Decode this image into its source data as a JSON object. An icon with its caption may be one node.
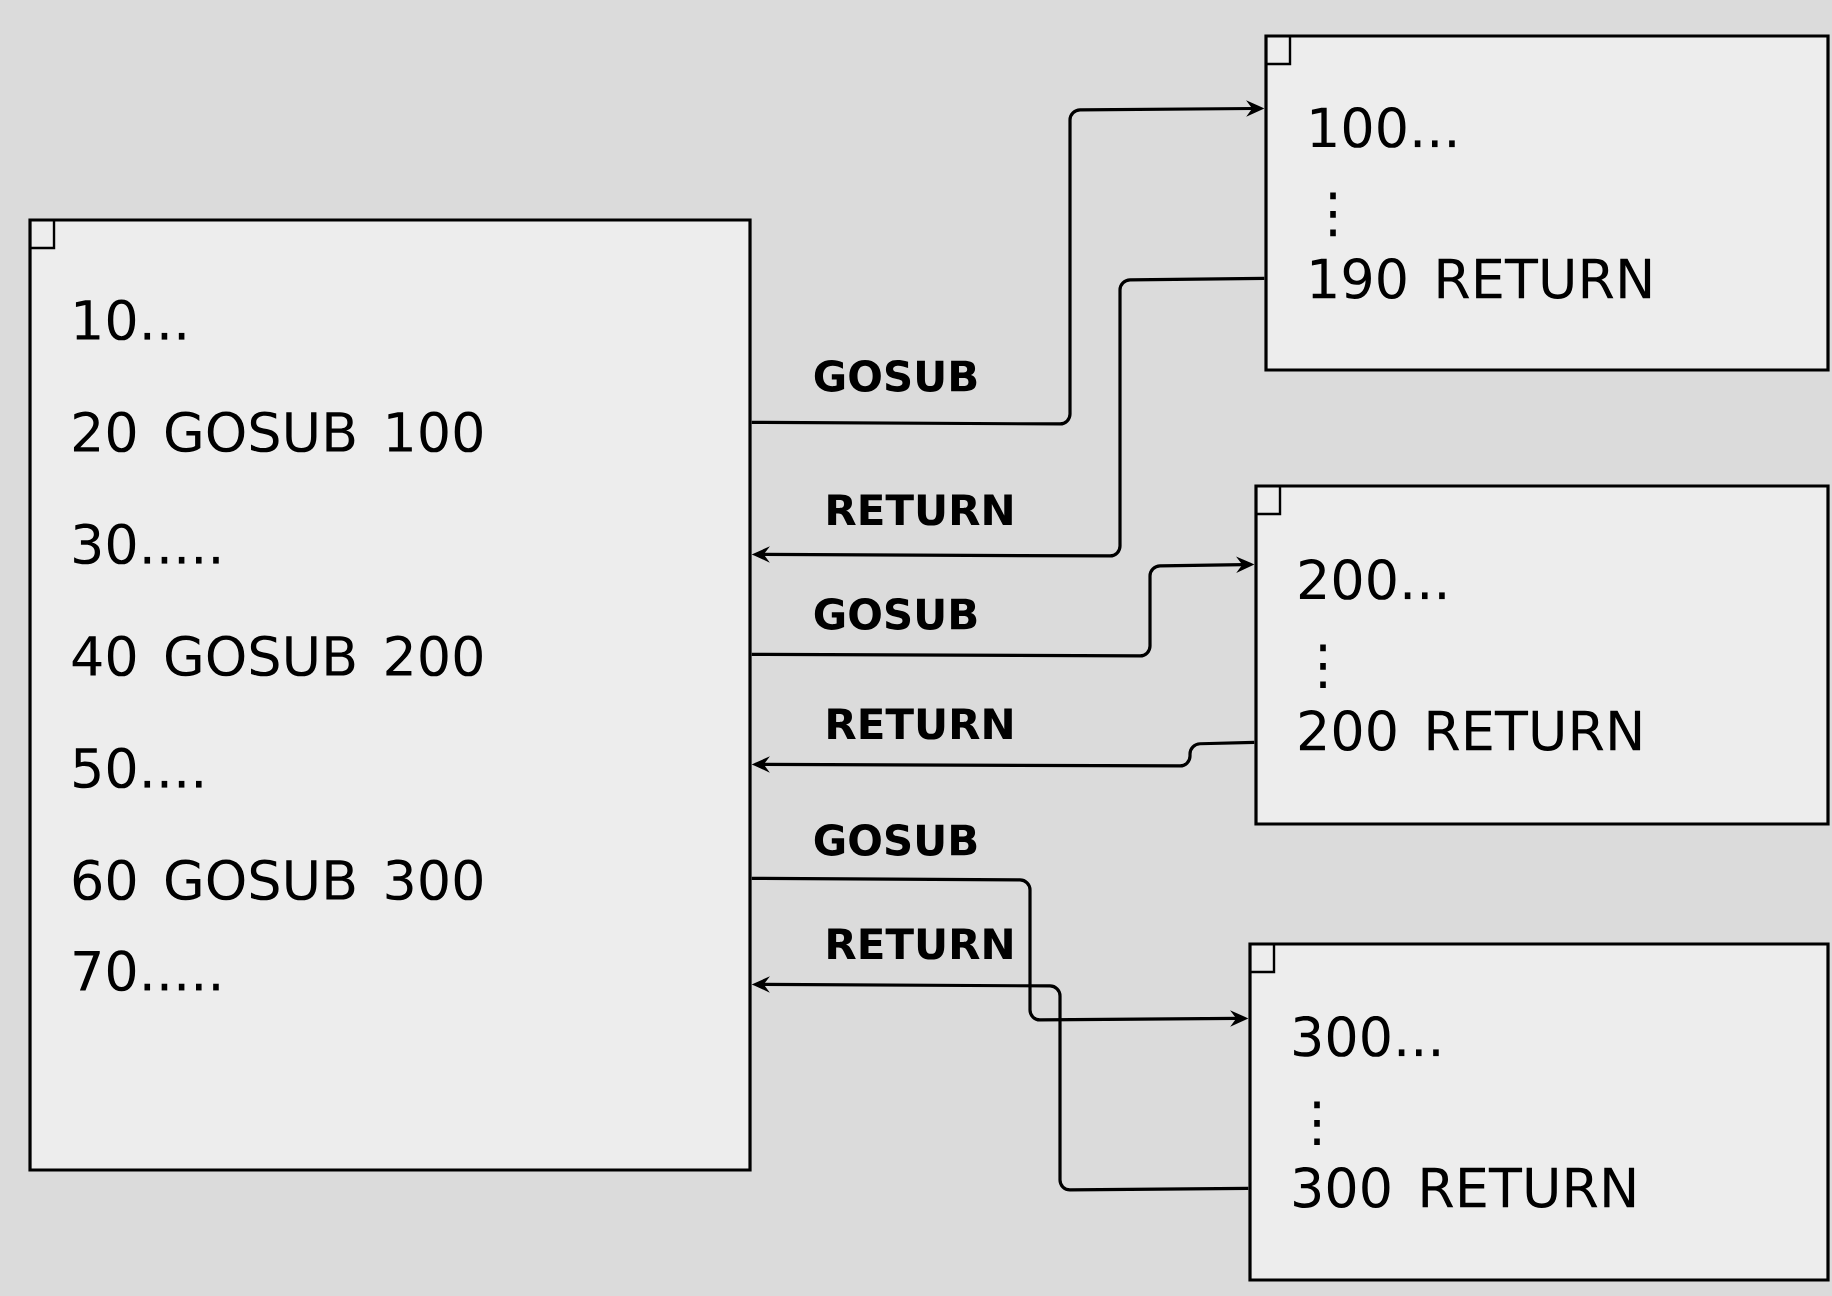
{
  "diagram": {
    "nodes": [
      {
        "text": [
          "10...",
          "20 GOSUB 100",
          "30.....",
          "40 GOSUB 200",
          "50....",
          "60 GOSUB 300",
          "70....."
        ]
      },
      {
        "text": [
          "100...",
          "⋮",
          "190 RETURN"
        ]
      },
      {
        "text": [
          "200...",
          "⋮",
          "200 RETURN"
        ]
      },
      {
        "text": [
          "300...",
          "⋮",
          "300 RETURN"
        ]
      }
    ],
    "edges": [
      {
        "from": 0,
        "to": 1,
        "arrow": "to",
        "label": "GOSUB"
      },
      {
        "from": 1,
        "to": 0,
        "arrow": "to",
        "label": "RETURN"
      },
      {
        "from": 0,
        "to": 2,
        "arrow": "to",
        "label": "GOSUB"
      },
      {
        "from": 2,
        "to": 0,
        "arrow": "to",
        "label": "RETURN"
      },
      {
        "from": 0,
        "to": 3,
        "arrow": "to",
        "label": "GOSUB"
      },
      {
        "from": 3,
        "to": 0,
        "arrow": "to",
        "label": "RETURN"
      }
    ]
  }
}
